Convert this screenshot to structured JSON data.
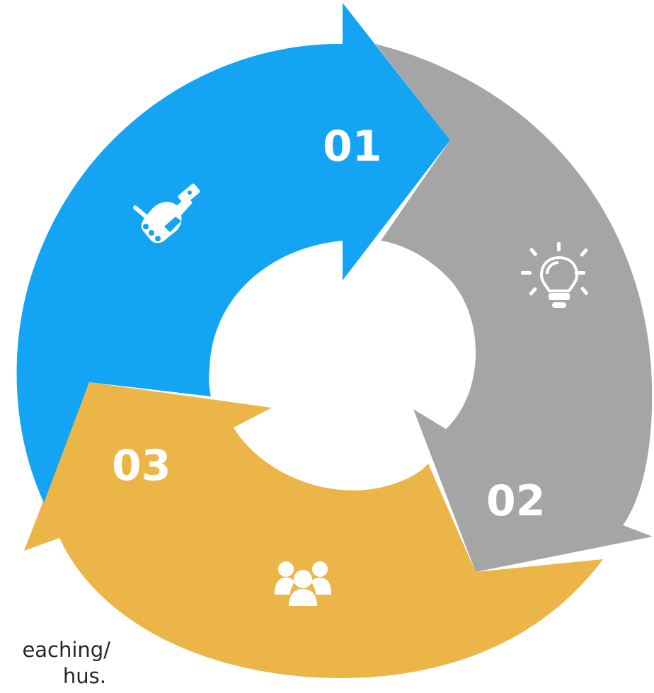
{
  "segments": [
    {
      "number": "01",
      "color": "#14A4F4",
      "icon": "handshake-icon"
    },
    {
      "number": "02",
      "color": "#A5A5A5",
      "icon": "lightbulb-icon"
    },
    {
      "number": "03",
      "color": "#ECB548",
      "icon": "people-group-icon"
    }
  ],
  "side_text": {
    "line1": "eaching/",
    "line2": "hus."
  }
}
